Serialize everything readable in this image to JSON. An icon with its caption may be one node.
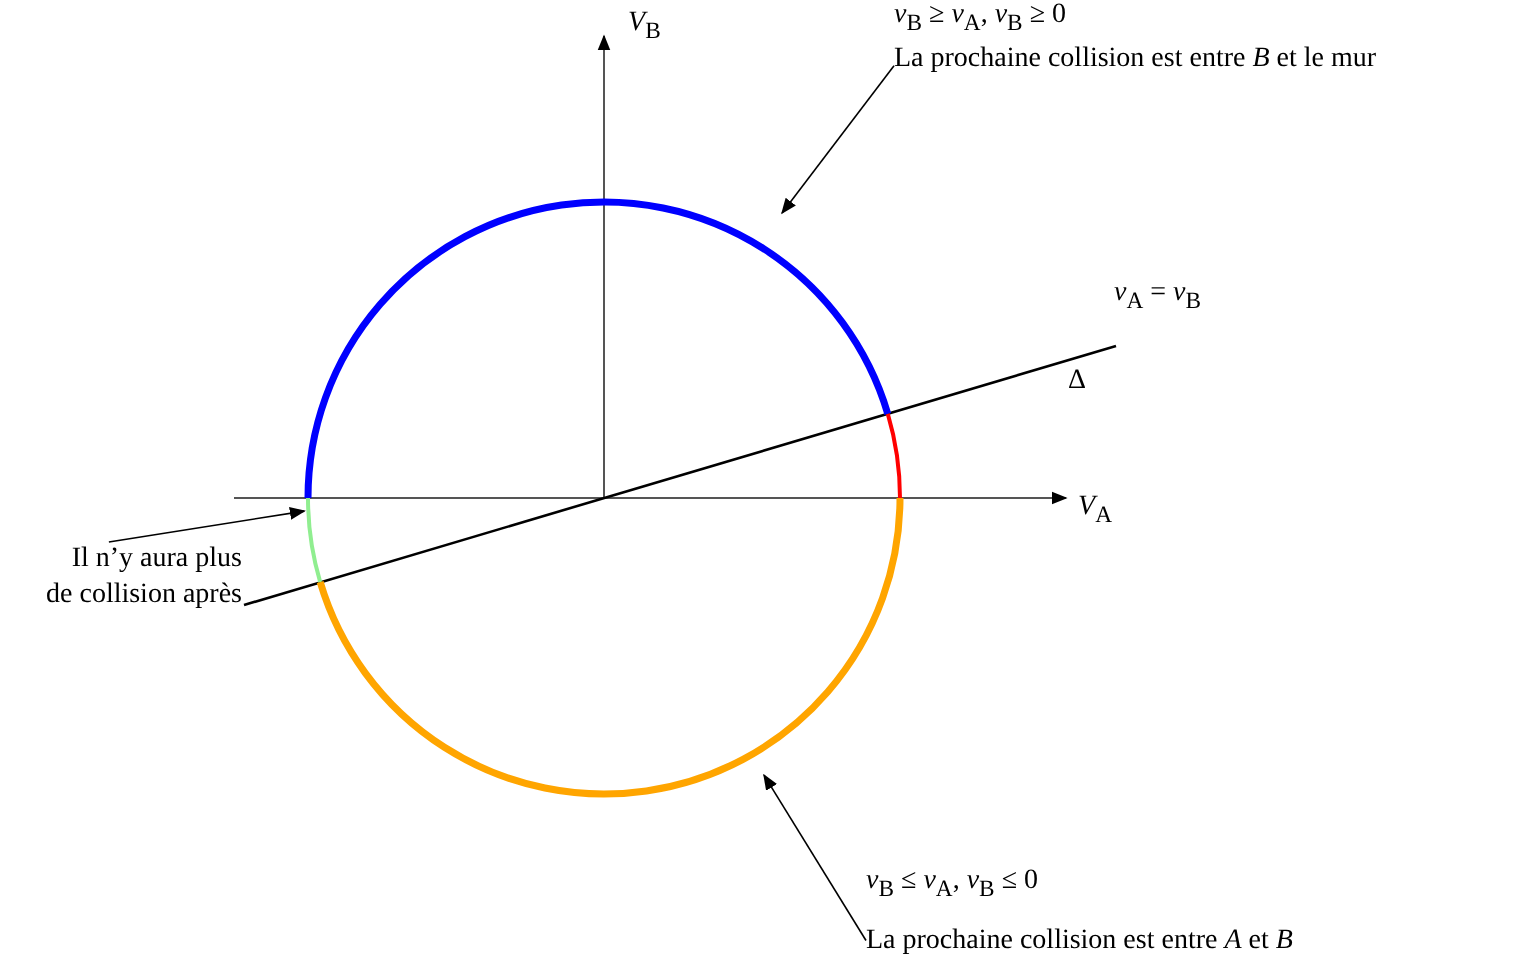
{
  "diagram": {
    "nodes": [
      {
        "text": [
          "*v*$_{B}$ ≥ *v*$_{A}$, *v*$_{B}$ ≥ 0",
          "La prochaine collision est entre *B* et le mur"
        ]
      },
      {
        "text": [],
        "shape": "arc"
      },
      {
        "text": [],
        "shape": "arc"
      },
      {
        "text": [],
        "shape": "arc"
      },
      {
        "text": [],
        "shape": "arc"
      },
      {
        "text": [
          "Il n’y aura plus de collision après"
        ]
      },
      {
        "text": [
          "*v*$_{B}$ ≤ *v*$_{A}$, *v*$_{B}$ ≤ 0",
          "La prochaine collision est entre *A* et *B*"
        ]
      }
    ],
    "edges": [
      {
        "from": 0,
        "to": 1,
        "arrow": "to"
      },
      {
        "from": 5,
        "to": 3,
        "arrow": "to"
      },
      {
        "from": 6,
        "to": 4,
        "arrow": "to"
      }
    ],
    "labels": [
      "*V*$_{B}$",
      "*v*$_{A}$ = *v*$_{B}$",
      "Δ",
      "*V*$_{A}$"
    ]
  }
}
